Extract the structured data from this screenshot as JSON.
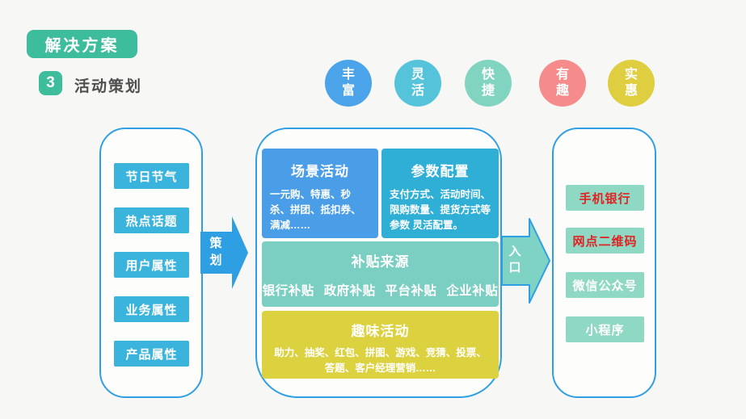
{
  "page": {
    "background": "#F7F7F5",
    "panel_border_color": "#2F9FE3"
  },
  "header": {
    "badge_label": "解决方案",
    "step_number": "3",
    "step_title": "活动策划"
  },
  "features": {
    "items": [
      {
        "label": "丰富",
        "color": "#4BA4EA"
      },
      {
        "label": "灵活",
        "color": "#55C4DB"
      },
      {
        "label": "快捷",
        "color": "#80D4C0"
      },
      {
        "label": "有趣",
        "color": "#F68B8B"
      },
      {
        "label": "实惠",
        "color": "#DFCE40"
      }
    ]
  },
  "left_panel": {
    "button_color": "#3AB4DC",
    "items": [
      {
        "label": "节日节气"
      },
      {
        "label": "热点话题"
      },
      {
        "label": "用户属性"
      },
      {
        "label": "业务属性"
      },
      {
        "label": "产品属性"
      }
    ]
  },
  "plan_arrow": {
    "label": "策划",
    "color": "#2F9FE3"
  },
  "entry_arrow": {
    "label": "入口",
    "fill": "#7ED3C4",
    "border": "#2F9FE3"
  },
  "center_panel": {
    "scene_box": {
      "title": "场景活动",
      "body": "一元购、特惠、秒杀、拼团、抵扣券、满减……",
      "color": "#4A9EE8"
    },
    "param_box": {
      "title": "参数配置",
      "body": "支付方式、活动时间、限购数量、提货方式等参数 灵活配置。",
      "color": "#2FAFD5"
    },
    "subsidy_box": {
      "title": "补贴来源",
      "body": "银行补贴 政府补贴 平台补贴 企业补贴",
      "color": "#7BCFC2"
    },
    "fun_box": {
      "title": "趣味活动",
      "body": "助力、抽奖、红包、拼图、游戏、竞猜、投票、答题、客户经理营销……",
      "color": "#DCD13F"
    }
  },
  "right_panel": {
    "button_color": "#8FD8C4",
    "items": [
      {
        "label": "手机银行",
        "text_color": "#E02222"
      },
      {
        "label": "网点二维码",
        "text_color": "#E02222"
      },
      {
        "label": "微信公众号",
        "text_color": "#FFFFFF"
      },
      {
        "label": "小程序",
        "text_color": "#FFFFFF"
      }
    ]
  }
}
